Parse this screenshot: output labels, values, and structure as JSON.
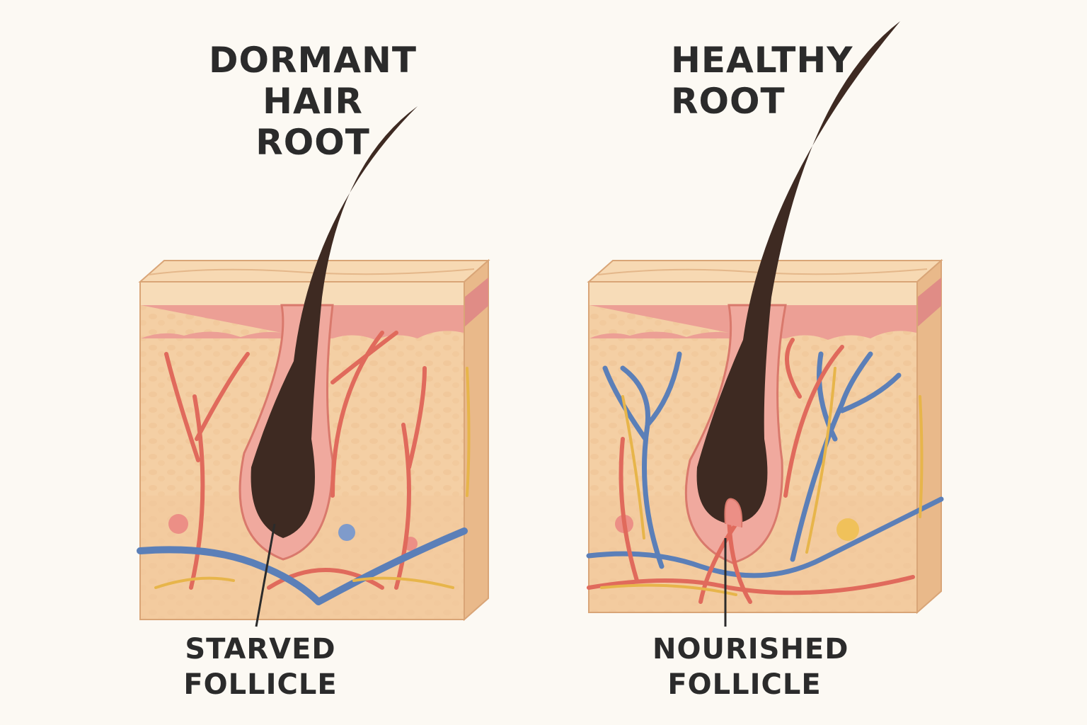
{
  "left_panel": {
    "title_line1": "DORMANT HAIR",
    "title_line2": "ROOT",
    "caption_line1": "STARVED",
    "caption_line2": "FOLLICLE"
  },
  "right_panel": {
    "title_line1": "HEALTHY",
    "title_line2": "ROOT",
    "caption_line1": "NOURISHED",
    "caption_line2": "FOLLICLE"
  },
  "colors": {
    "background": "#fcf9f3",
    "skin": "#f4cfa4",
    "skin_top": "#f7d9b3",
    "dermis_pink": "#e89a8e",
    "hair": "#3e2a22",
    "artery": "#e06a5c",
    "vein": "#5b7fb8",
    "nerve": "#e7b54a",
    "text": "#2b2b2b"
  }
}
